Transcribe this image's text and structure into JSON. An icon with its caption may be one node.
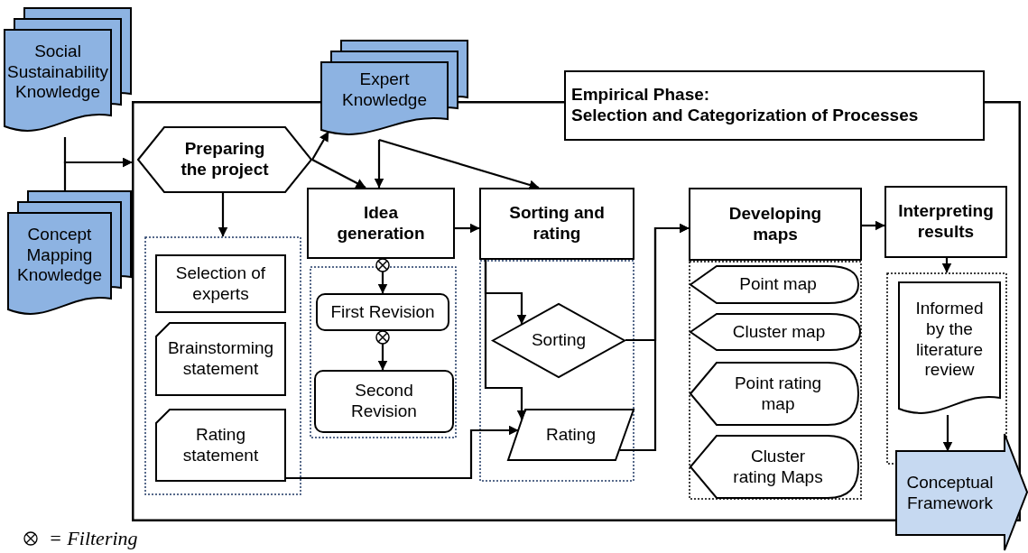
{
  "diagram": {
    "nodes": [
      {
        "text": [
          "Social Sustainability Knowledge"
        ]
      },
      {
        "text": [
          "Concept Mapping Knowledge"
        ]
      },
      {
        "text": [
          "Expert Knowledge"
        ]
      },
      {
        "text": [
          "Empirical Phase:",
          "Selection and Categorization of Processes"
        ]
      },
      {
        "text": [],
        "shape": "box"
      },
      {
        "text": [
          "Preparing the project"
        ],
        "in": 4
      },
      {
        "text": [
          "Idea generation"
        ],
        "in": 4
      },
      {
        "text": [
          "Sorting and rating"
        ],
        "in": 4
      },
      {
        "text": [
          "Developing maps"
        ],
        "in": 4
      },
      {
        "text": [
          "Interpreting results"
        ],
        "in": 4
      },
      {
        "text": [],
        "shape": "box",
        "in": 4
      },
      {
        "text": [
          "Selection of experts"
        ],
        "in": 10
      },
      {
        "text": [
          "Brainstorming statement"
        ],
        "in": 10
      },
      {
        "text": [
          "Rating statement"
        ],
        "in": 10
      },
      {
        "text": [],
        "shape": "box",
        "in": 4
      },
      {
        "text": [
          "First Revision"
        ],
        "in": 14
      },
      {
        "text": [
          "Second Revision"
        ],
        "in": 14
      },
      {
        "text": [],
        "shape": "box",
        "in": 4
      },
      {
        "text": [
          "Sorting"
        ],
        "in": 17
      },
      {
        "text": [
          "Rating"
        ],
        "in": 17
      },
      {
        "text": [],
        "shape": "box",
        "in": 4
      },
      {
        "text": [
          "Point map"
        ],
        "in": 20
      },
      {
        "text": [
          "Cluster map"
        ],
        "in": 20
      },
      {
        "text": [
          "Point rating map"
        ],
        "in": 20
      },
      {
        "text": [
          "Cluster rating Maps"
        ],
        "in": 20
      },
      {
        "text": [],
        "shape": "box",
        "in": 4
      },
      {
        "text": [
          "Informed by the literature review"
        ],
        "in": 25
      },
      {
        "text": [
          "Conceptual Framework"
        ]
      }
    ],
    "edges": [
      {
        "from": 0,
        "to": 4,
        "arrow": "to"
      },
      {
        "from": 1,
        "to": 4,
        "arrow": "to"
      },
      {
        "from": 5,
        "to": 2,
        "arrow": "to"
      },
      {
        "from": 5,
        "to": 6,
        "arrow": "to"
      },
      {
        "from": 2,
        "to": 6,
        "arrow": "to"
      },
      {
        "from": 2,
        "to": 7,
        "arrow": "to"
      },
      {
        "from": 6,
        "to": 7,
        "arrow": "to"
      },
      {
        "from": 5,
        "to": 10,
        "arrow": "to"
      },
      {
        "from": 6,
        "to": 15,
        "arrow": "to"
      },
      {
        "from": 15,
        "to": 16,
        "arrow": "to"
      },
      {
        "from": 7,
        "to": 18,
        "arrow": "to"
      },
      {
        "from": 7,
        "to": 19,
        "arrow": "to"
      },
      {
        "from": 13,
        "to": 19,
        "arrow": "to"
      },
      {
        "from": 18,
        "to": 8,
        "arrow": "to"
      },
      {
        "from": 19,
        "to": 8,
        "arrow": "to"
      },
      {
        "from": 8,
        "to": 9,
        "arrow": "to"
      },
      {
        "from": 9,
        "to": 25,
        "arrow": "to"
      },
      {
        "from": 26,
        "to": 27,
        "arrow": "to"
      }
    ],
    "legend": [
      {
        "text": "= Filtering"
      }
    ]
  }
}
